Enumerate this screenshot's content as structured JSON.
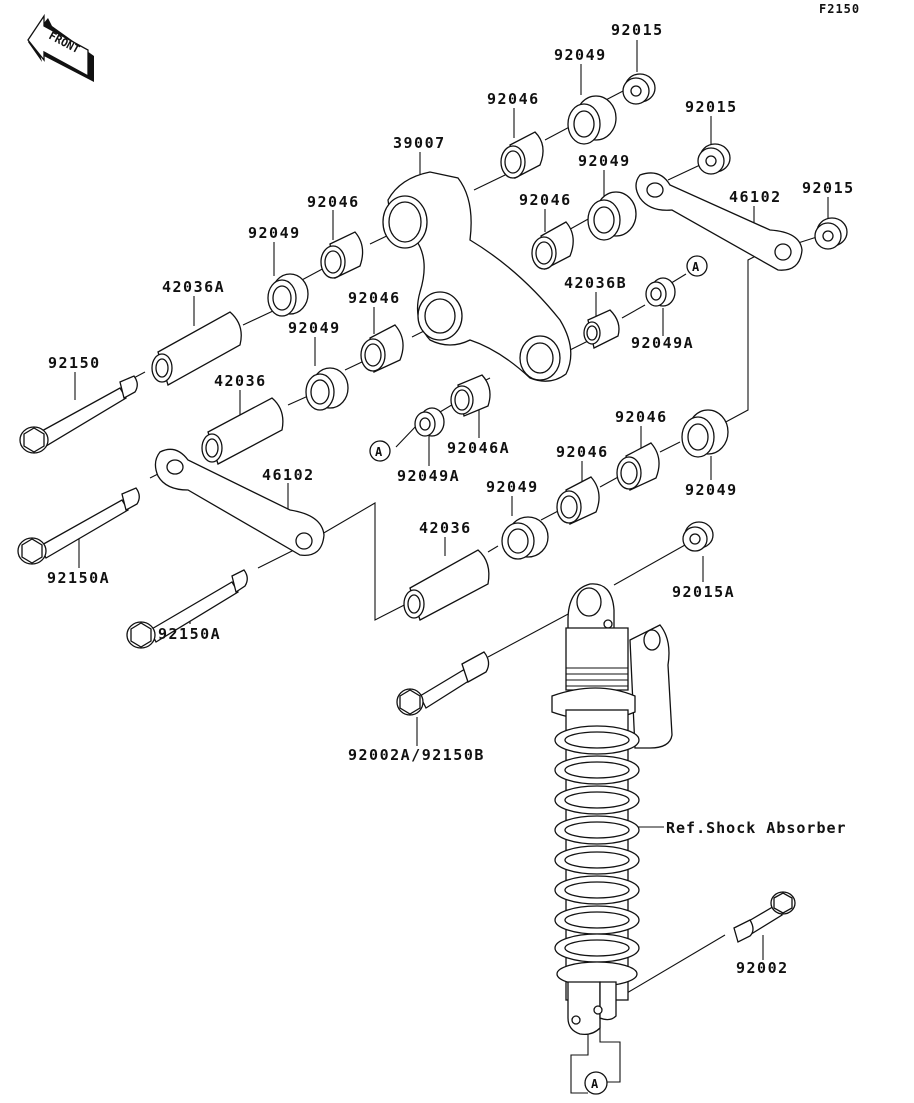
{
  "diagram": {
    "code": "F2150",
    "front_indicator": "FRONT",
    "reference_marker": "A",
    "labels": [
      {
        "id": "l1",
        "text": "92015"
      },
      {
        "id": "l2",
        "text": "92049"
      },
      {
        "id": "l3",
        "text": "92046"
      },
      {
        "id": "l4",
        "text": "92015"
      },
      {
        "id": "l5",
        "text": "39007"
      },
      {
        "id": "l6",
        "text": "92049"
      },
      {
        "id": "l7",
        "text": "92015"
      },
      {
        "id": "l8",
        "text": "46102"
      },
      {
        "id": "l9",
        "text": "92046"
      },
      {
        "id": "l10",
        "text": "92049"
      },
      {
        "id": "l11",
        "text": "92046"
      },
      {
        "id": "l12",
        "text": "42036A"
      },
      {
        "id": "l13",
        "text": "42036B"
      },
      {
        "id": "l14",
        "text": "92046"
      },
      {
        "id": "l15",
        "text": "92049"
      },
      {
        "id": "l16",
        "text": "92049A"
      },
      {
        "id": "l17",
        "text": "92150"
      },
      {
        "id": "l18",
        "text": "42036"
      },
      {
        "id": "l19",
        "text": "92046A"
      },
      {
        "id": "l20",
        "text": "92049A"
      },
      {
        "id": "l21",
        "text": "92046"
      },
      {
        "id": "l22",
        "text": "92046"
      },
      {
        "id": "l23",
        "text": "92049"
      },
      {
        "id": "l24",
        "text": "46102"
      },
      {
        "id": "l25",
        "text": "92049"
      },
      {
        "id": "l26",
        "text": "92150A"
      },
      {
        "id": "l27",
        "text": "42036"
      },
      {
        "id": "l28",
        "text": "92015A"
      },
      {
        "id": "l29",
        "text": "92150A"
      },
      {
        "id": "l30",
        "text": "92002A/92150B"
      },
      {
        "id": "l31",
        "text": "Ref.Shock Absorber"
      },
      {
        "id": "l32",
        "text": "92002"
      }
    ]
  }
}
